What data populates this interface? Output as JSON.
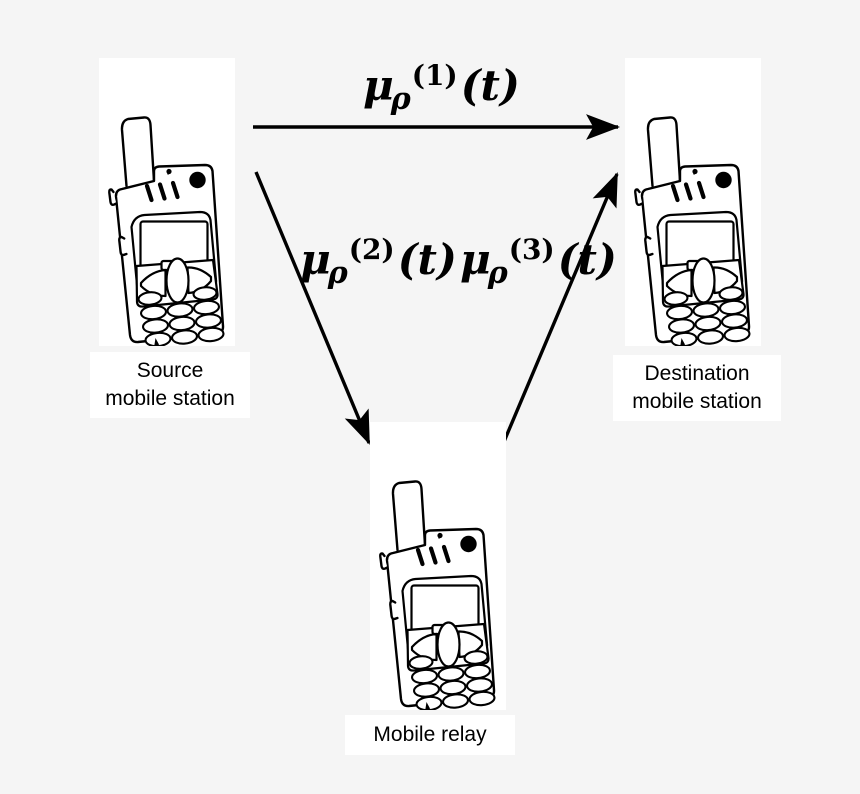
{
  "figure": {
    "type": "relay-network-diagram",
    "background_color": "#f5f5f5",
    "plate_color": "#ffffff",
    "line_color": "#000000"
  },
  "nodes": [
    {
      "id": "source",
      "icon": "mobile-phone-icon",
      "label_lines": [
        "Source",
        "mobile station"
      ]
    },
    {
      "id": "destination",
      "icon": "mobile-phone-icon",
      "label_lines": [
        "Destination",
        "mobile station"
      ]
    },
    {
      "id": "relay",
      "icon": "mobile-phone-icon",
      "label_lines": [
        "Mobile relay"
      ]
    }
  ],
  "links": [
    {
      "id": "link-1",
      "from": "source",
      "to": "destination",
      "label": {
        "base": "μ",
        "subscript": "ρ",
        "superscript": "(1)",
        "argument": "(t)"
      }
    },
    {
      "id": "link-2",
      "from": "source",
      "to": "relay",
      "label": {
        "base": "μ",
        "subscript": "ρ",
        "superscript": "(2)",
        "argument": "(t)"
      }
    },
    {
      "id": "link-3",
      "from": "relay",
      "to": "destination",
      "label": {
        "base": "μ",
        "subscript": "ρ",
        "superscript": "(3)",
        "argument": "(t)"
      }
    }
  ]
}
